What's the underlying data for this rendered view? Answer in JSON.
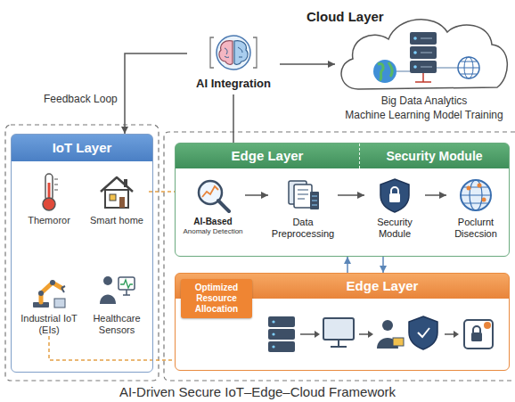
{
  "diagram": {
    "caption": "AI-Driven Secure IoT–Edge–Cloud Framework",
    "nodes": [
      {
        "text": [
          "Cloud Layer",
          "Big Data Analytics",
          "Machine Learning Model Training"
        ]
      },
      {
        "text": [
          "AI Integration"
        ]
      },
      {
        "text": [
          "IoT Layer"
        ]
      },
      {
        "text": [
          "Themoror"
        ],
        "in": 2
      },
      {
        "text": [
          "Smart home"
        ],
        "in": 2
      },
      {
        "text": [
          "Industrial IoT (EIs)"
        ],
        "in": 2
      },
      {
        "text": [
          "Healthcare Sensors"
        ],
        "in": 2
      },
      {
        "text": [
          "Edge Layer",
          "Security Module"
        ]
      },
      {
        "text": [
          "AI-Based",
          "Anomaly Detection"
        ],
        "in": 7
      },
      {
        "text": [
          "Data Preprocessing"
        ],
        "in": 7
      },
      {
        "text": [
          "Security Module"
        ],
        "in": 7
      },
      {
        "text": [
          "Poclurnt Disecsion"
        ],
        "in": 7
      },
      {
        "text": [
          "Edge Layer"
        ]
      },
      {
        "text": [
          "Optimized Resource Allocation"
        ],
        "in": 12
      }
    ],
    "edges": [
      {
        "from": 1,
        "to": 0,
        "arrow": "to"
      },
      {
        "from": 1,
        "to": 2,
        "label": "Feedback Loop",
        "arrow": "to"
      },
      {
        "from": 1,
        "to": 7,
        "arrow": "none"
      },
      {
        "from": 4,
        "to": 7,
        "arrow": "none"
      },
      {
        "from": 5,
        "to": 12,
        "arrow": "none"
      },
      {
        "from": 8,
        "to": 9,
        "arrow": "to"
      },
      {
        "from": 9,
        "to": 10,
        "arrow": "to"
      },
      {
        "from": 10,
        "to": 11,
        "arrow": "to"
      },
      {
        "from": 12,
        "to": 7,
        "arrow": "to"
      },
      {
        "from": 7,
        "to": 12,
        "arrow": "to"
      }
    ]
  }
}
